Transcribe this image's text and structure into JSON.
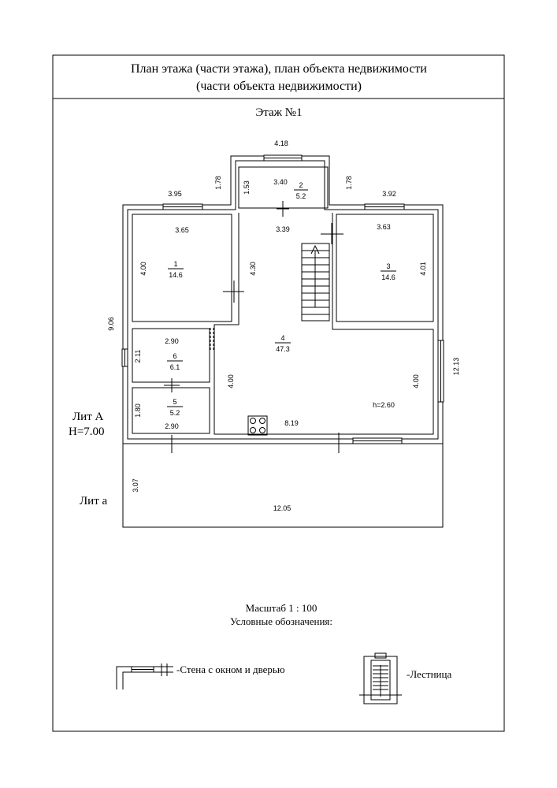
{
  "header": {
    "title_line1": "План этажа (части этажа), план объекта недвижимости",
    "title_line2": "(части объекта недвижимости)",
    "floor": "Этаж №1"
  },
  "rooms": [
    {
      "num": "1",
      "area": "14.6",
      "w": "3.65",
      "h": "4.00"
    },
    {
      "num": "2",
      "area": "5.2",
      "w": "3.40",
      "h": "1.53"
    },
    {
      "num": "3",
      "area": "14.6",
      "w": "3.63",
      "h": "4.01"
    },
    {
      "num": "4",
      "area": "47.3",
      "w": "8.19",
      "h": "4.00",
      "h2": "4.00",
      "ceiling": "h=2.60"
    },
    {
      "num": "5",
      "area": "5.2",
      "w": "2.90",
      "h": "1.80"
    },
    {
      "num": "6",
      "area": "6.1",
      "w": "2.90",
      "h": "2.11"
    }
  ],
  "dims": {
    "top_porch": "4.18",
    "porch_left": "1.78",
    "porch_right": "1.78",
    "left_top": "3.95",
    "right_top": "3.92",
    "corridor": "3.39",
    "corridor_h": "4.30",
    "left_total": "9.06",
    "right_total": "12.13",
    "veranda_h": "3.07",
    "veranda_w": "12.05"
  },
  "labels": {
    "lit_a_line1": "Лит А",
    "lit_a_line2": "Н=7.00",
    "lit_a_small": "Лит а"
  },
  "footer": {
    "scale": "Масштаб 1 : 100",
    "legend_title": "Условные обозначения:",
    "legend_wall": "-Стена с окном и дверью",
    "legend_stairs": "-Лестница"
  }
}
